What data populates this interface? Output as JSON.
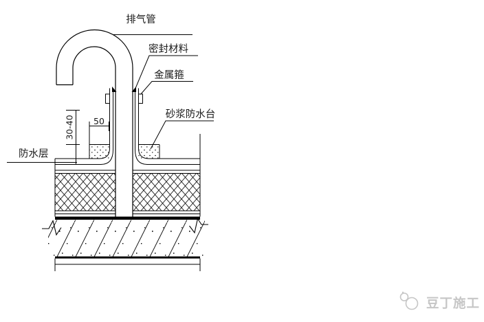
{
  "drawing": {
    "labels": {
      "vent_pipe": "排气管",
      "sealing_material": "密封材料",
      "metal_hoop": "金属箍",
      "mortar_platform": "砂浆防水台",
      "waterproof_layer": "防水层"
    },
    "dimensions": {
      "platform_width": "50",
      "platform_height_range": "30-40"
    },
    "colors": {
      "line": "#000000",
      "background": "#ffffff",
      "watermark_gray": "#c6c6c6"
    }
  },
  "watermark": {
    "brand": "豆丁施工"
  }
}
